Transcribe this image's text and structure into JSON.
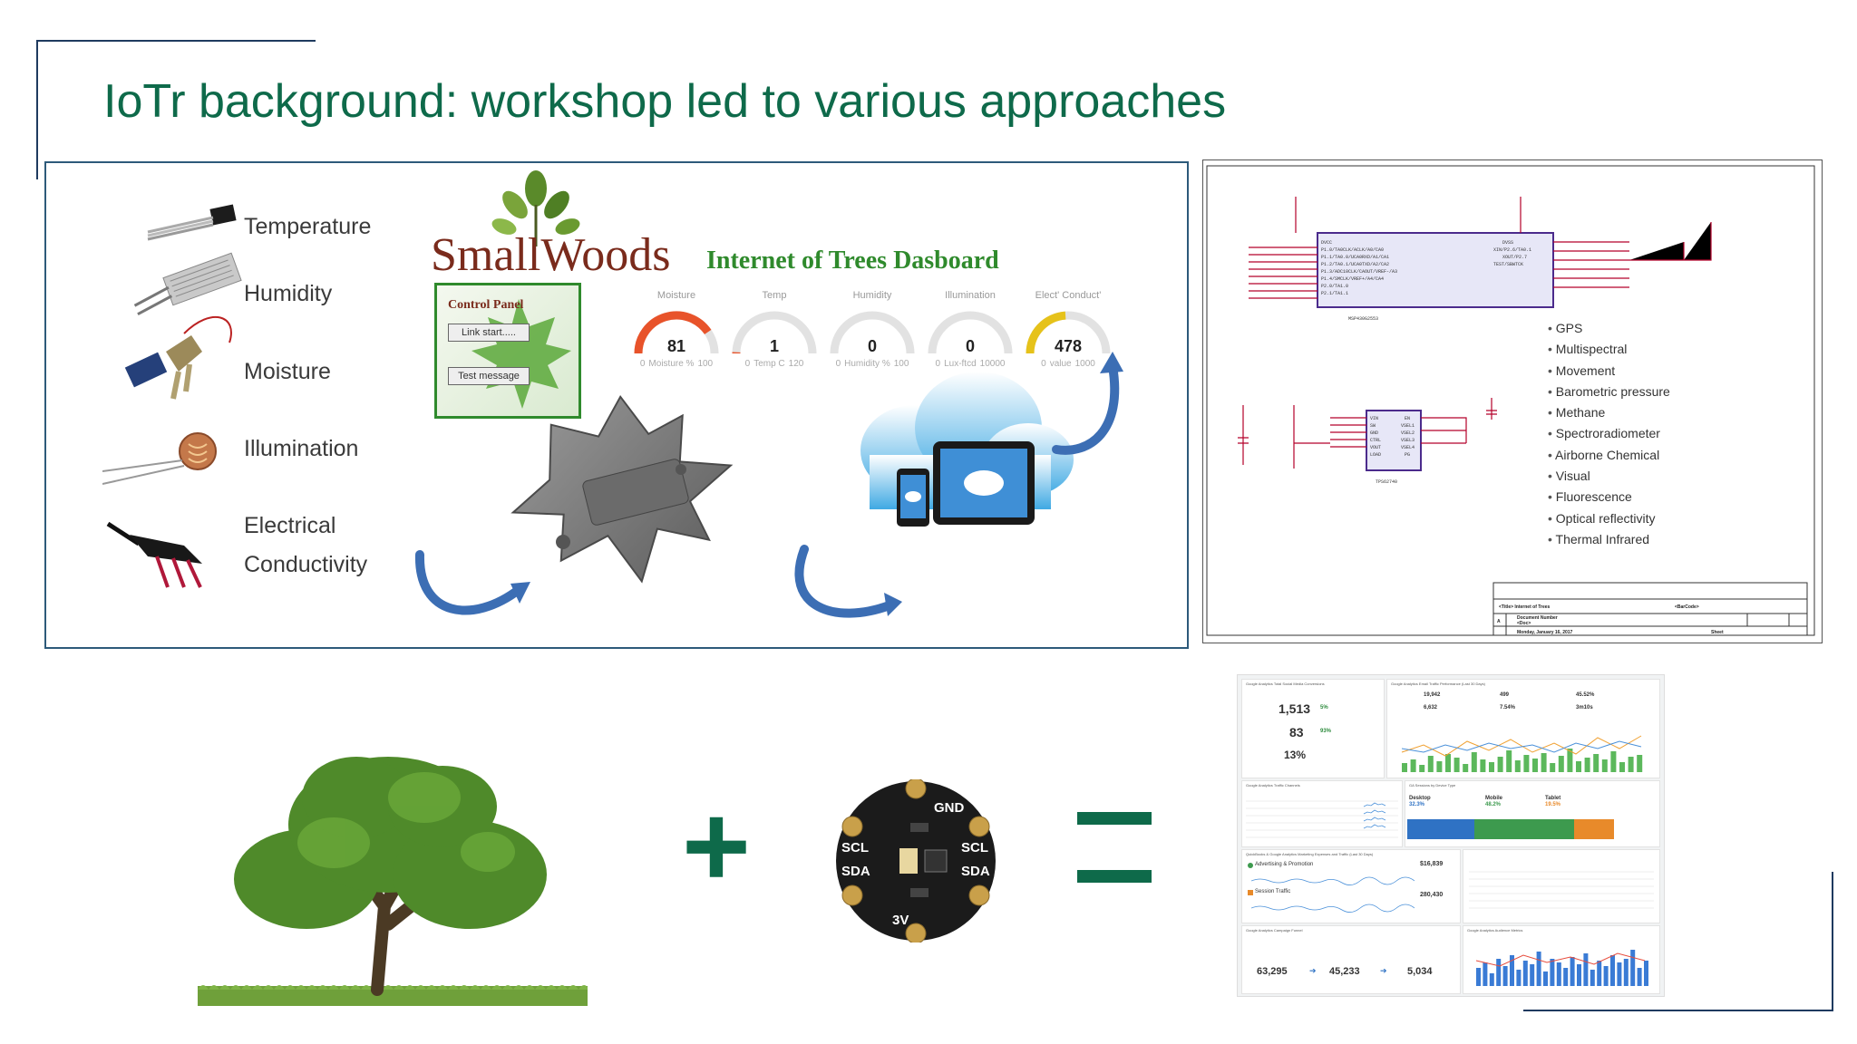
{
  "slide": {
    "title": "IoTr background: workshop led to various approaches"
  },
  "sensors": [
    {
      "label": "Temperature"
    },
    {
      "label": "Humidity"
    },
    {
      "label": "Moisture"
    },
    {
      "label": "Illumination"
    },
    {
      "label": "Electrical"
    },
    {
      "label": "Conductivity"
    }
  ],
  "dashboard": {
    "logo_text": "SmallWoods",
    "title": "Internet of Trees Dasboard",
    "control_panel_title": "Control Panel",
    "link_button": "Link start.....",
    "test_button": "Test message",
    "gauges": [
      {
        "label": "Moisture",
        "value": "81",
        "min": "0",
        "max": "100",
        "unit": "Moisture %",
        "fraction": 0.81,
        "color": "#e8532a"
      },
      {
        "label": "Temp",
        "value": "1",
        "min": "0",
        "max": "120",
        "unit": "Temp C",
        "fraction": 0.01,
        "color": "#e8532a"
      },
      {
        "label": "Humidity",
        "value": "0",
        "min": "0",
        "max": "100",
        "unit": "Humidity %",
        "fraction": 0.0,
        "color": "#e8532a"
      },
      {
        "label": "Illumination",
        "value": "0",
        "min": "0",
        "max": "10000",
        "unit": "Lux-ftcd",
        "fraction": 0.0,
        "color": "#e8532a"
      },
      {
        "label": "Elect' Conduct'",
        "value": "478",
        "min": "0",
        "max": "1000",
        "unit": "value",
        "fraction": 0.478,
        "color": "#e6c21a"
      }
    ]
  },
  "schematic": {
    "chip1": "MSP430G2553",
    "chip2": "TPS62740",
    "title_block": "<Title> Internet of Trees",
    "doc_label": "Document Number",
    "doc_value": "<Doc>",
    "barcode": "<BarCode>",
    "size": "A",
    "date": "Monday, January 16, 2017",
    "sheet": "Sheet",
    "features": [
      "GPS",
      "Multispectral",
      "Movement",
      "Barometric pressure",
      "Methane",
      "Spectroradiometer",
      "Airborne Chemical",
      "Visual",
      "Fluorescence",
      "Optical reflectivity",
      "Thermal Infrared"
    ]
  },
  "equation": {
    "plus": "+",
    "equals": "=",
    "board_labels": [
      "GND",
      "SCL",
      "SDA",
      "SCL",
      "SDA",
      "3V"
    ]
  },
  "analytics": {
    "social_title": "Google Analytics Total Social Media Conversions",
    "email_title": "Google Analytics Email Traffic Performance (Last 30 Days)",
    "stat1": "1,513",
    "stat1_delta": "5%",
    "stat2": "83",
    "stat2_delta": "93%",
    "stat3": "13%",
    "email_stats": [
      "19,942",
      "499",
      "45.52%",
      "6,632",
      "7.54%",
      "3m10s"
    ],
    "channels_title": "Google Analytics Traffic Channels",
    "devices_title": "GA Sessions by Device Type",
    "desktop_label": "Desktop",
    "desktop_val": "32.3%",
    "mobile_label": "Mobile",
    "mobile_val": "48.2%",
    "tablet_label": "Tablet",
    "tablet_val": "19.5%",
    "marketing_title": "QuickBooks & Google Analytics Marketing Expenses and Traffic (Last 30 Days)",
    "ads_label": "Advertising & Promotion",
    "ads_val": "$16,839",
    "session_label": "Session Traffic",
    "session_val": "280,430",
    "funnel_title": "Google Analytics Campaign Funnel",
    "funnel1": "63,295",
    "funnel2": "45,233",
    "funnel3": "5,034",
    "audience_title": "Google Analytics Audience Metrics"
  }
}
